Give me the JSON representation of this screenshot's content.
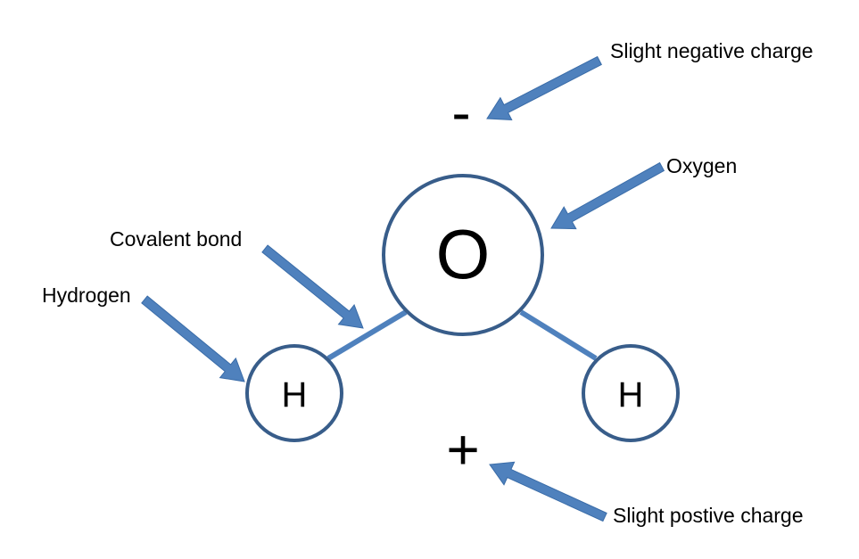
{
  "atoms": {
    "oxygen": {
      "symbol": "O"
    },
    "hydrogen_left": {
      "symbol": "H"
    },
    "hydrogen_right": {
      "symbol": "H"
    }
  },
  "charges": {
    "negative": "-",
    "positive": "+"
  },
  "labels": {
    "slight_negative_charge": "Slight negative charge",
    "oxygen": "Oxygen",
    "covalent_bond": "Covalent bond",
    "hydrogen": "Hydrogen",
    "slight_positive_charge": "Slight postive charge"
  },
  "colors": {
    "arrow": "#4F81BD",
    "atom_outline": "#385D8A",
    "bond": "#4F81BD",
    "text": "#000000"
  }
}
